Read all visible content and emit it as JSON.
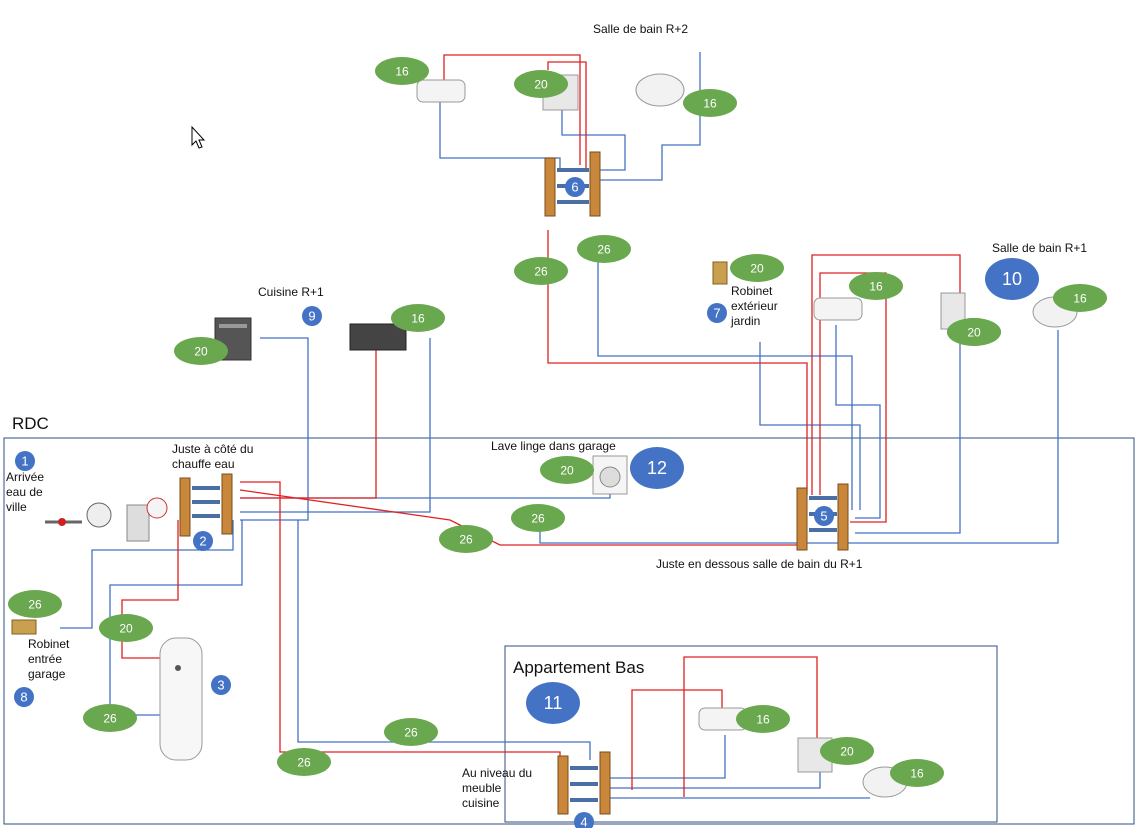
{
  "labels": {
    "sdb_r2": "Salle de bain R+2",
    "sdb_r1": "Salle de bain R+1",
    "cuisine_r1": "Cuisine R+1",
    "rdc": "RDC",
    "arrivee": "Arrivée\neau de\nville",
    "chauffe_eau": "Juste à côté du\nchauffe eau",
    "lave_linge": "Lave linge dans garage",
    "robinet_jardin": "Robinet\nextérieur\njardin",
    "dessous_sdb": "Juste en dessous salle de bain du R+1",
    "robinet_garage": "Robinet\nentrée\ngarage",
    "appartement": "Appartement Bas",
    "meuble_cuisine": "Au niveau du\nmeuble\ncuisine"
  },
  "numbers": [
    "1",
    "2",
    "3",
    "4",
    "5",
    "6",
    "7",
    "8",
    "9",
    "10",
    "11",
    "12"
  ],
  "diameters": [
    "16",
    "20",
    "20",
    "16",
    "26",
    "26",
    "20",
    "16",
    "20",
    "16",
    "20",
    "16",
    "20",
    "26",
    "26",
    "20",
    "26",
    "26",
    "26",
    "26",
    "16",
    "20",
    "16"
  ],
  "colors": {
    "hot": "#e02020",
    "cold": "#4472c4",
    "green": "#6aa84f",
    "blue_badge": "#4472c4",
    "frame": "#2f4f7f"
  }
}
